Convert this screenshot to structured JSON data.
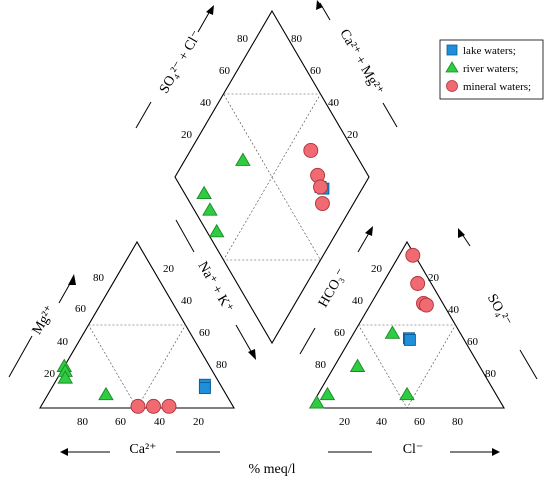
{
  "chart_data": {
    "type": "scatter",
    "subtype": "piper-diagram",
    "footer_label": "% meq/l",
    "legend": {
      "placement": "top-right",
      "entries": [
        {
          "name": "lake waters;",
          "marker": "square",
          "color": "#1f8fd8"
        },
        {
          "name": "river waters;",
          "marker": "triangle",
          "color": "#2ecc40"
        },
        {
          "name": "mineral waters;",
          "marker": "circle",
          "color": "#f06a72"
        }
      ]
    },
    "cation_triangle": {
      "axis_labels": {
        "left": "Mg²⁺",
        "bottom": "Ca²⁺",
        "right": "Na⁺ + K⁺"
      },
      "ticks_left": [
        "20",
        "40",
        "60",
        "80"
      ],
      "ticks_bottom": [
        "80",
        "60",
        "40",
        "20"
      ],
      "ticks_right": [
        "80",
        "60",
        "40",
        "20"
      ]
    },
    "anion_triangle": {
      "axis_labels": {
        "left": "HCO₃⁻",
        "bottom": "Cl⁻",
        "right": "SO₄²⁻"
      },
      "ticks_left": [
        "80",
        "60",
        "40",
        "20"
      ],
      "ticks_bottom": [
        "20",
        "40",
        "60",
        "80"
      ],
      "ticks_right": [
        "20",
        "40",
        "60",
        "80"
      ]
    },
    "diamond": {
      "axis_labels": {
        "upper_left": "SO₄²⁻ + Cl⁻",
        "upper_right": "Ca²⁺ + Mg²⁺"
      },
      "ticks_upper_left": [
        "80",
        "60",
        "40",
        "20"
      ],
      "ticks_upper_right": [
        "80",
        "60",
        "40",
        "20"
      ]
    },
    "series": [
      {
        "name": "lake waters;",
        "cation": [
          {
            "ca": 8,
            "mg": 14
          },
          {
            "ca": 9,
            "mg": 12
          }
        ],
        "anion": [
          {
            "cl": 30,
            "so4": 42
          },
          {
            "cl": 31,
            "so4": 41
          }
        ],
        "diamond": [
          {
            "so4cl": 72,
            "camg": 22
          },
          {
            "so4cl": 73,
            "camg": 20
          }
        ]
      },
      {
        "name": "river waters;",
        "cation": [
          {
            "ca": 75,
            "mg": 25
          },
          {
            "ca": 76,
            "mg": 22
          },
          {
            "ca": 78,
            "mg": 18
          },
          {
            "ca": 62,
            "mg": 8
          }
        ],
        "anion": [
          {
            "cl": 2,
            "so4": 3
          },
          {
            "cl": 5,
            "so4": 8
          },
          {
            "cl": 12,
            "so4": 25
          },
          {
            "cl": 20,
            "so4": 45
          },
          {
            "cl": 46,
            "so4": 8
          }
        ],
        "diamond": [
          {
            "so4cl": 10,
            "camg": 80
          },
          {
            "so4cl": 8,
            "camg": 72
          },
          {
            "so4cl": 5,
            "camg": 62
          },
          {
            "so4cl": 40,
            "camg": 70
          }
        ]
      },
      {
        "name": "mineral waters;",
        "cation": [
          {
            "ca": 49,
            "mg": 1
          },
          {
            "ca": 41,
            "mg": 1
          },
          {
            "ca": 33,
            "mg": 1
          }
        ],
        "anion": [
          {
            "cl": 7,
            "so4": 92
          },
          {
            "cl": 18,
            "so4": 75
          },
          {
            "cl": 27,
            "so4": 63
          },
          {
            "cl": 29,
            "so4": 62
          }
        ],
        "diamond": [
          {
            "so4cl": 78,
            "camg": 38
          },
          {
            "so4cl": 74,
            "camg": 27
          },
          {
            "so4cl": 72,
            "camg": 22
          },
          {
            "so4cl": 68,
            "camg": 16
          }
        ]
      }
    ]
  }
}
